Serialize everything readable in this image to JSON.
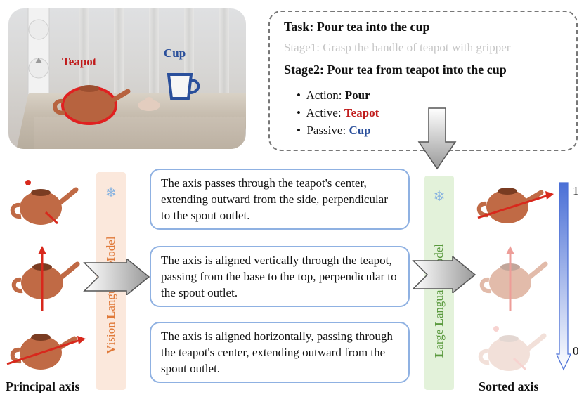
{
  "photo": {
    "teapot_label": "Teapot",
    "cup_label": "Cup"
  },
  "task": {
    "title": "Task: Pour tea into the cup",
    "stage1": "Stage1: Grasp the handle of teapot with gripper",
    "stage2": "Stage2: Pour tea from teapot into the cup",
    "action_prefix": "Action: ",
    "action_value": "Pour",
    "active_prefix": "Active: ",
    "active_value": "Teapot",
    "passive_prefix": "Passive: ",
    "passive_value": "Cup"
  },
  "descriptions": [
    "The axis passes through the teapot's center, extending outward from the side, perpendicular to the spout outlet.",
    "The axis is aligned vertically through the teapot, passing from the base to the top, perpendicular to the spout outlet.",
    "The axis is aligned horizontally, passing through the teapot's center, extending outward from the spout outlet."
  ],
  "models": {
    "vlm_first": "V",
    "vlm_rest1": "ision ",
    "vlm_l": "L",
    "vlm_rest2": "anguage ",
    "vlm_m": "M",
    "vlm_rest3": "odel",
    "llm_first": "L",
    "llm_rest1": "arge ",
    "llm_l": "L",
    "llm_rest2": "anguage ",
    "llm_m": "M",
    "llm_rest3": "odel"
  },
  "labels": {
    "principal": "Principal axis",
    "sorted": "Sorted axis",
    "scale_top": "1",
    "scale_bottom": "0"
  },
  "colors": {
    "active_red": "#c01b1b",
    "passive_blue": "#2a4f9b",
    "box_border": "#8fb1e2",
    "vlm_bg": "#fbe8dc",
    "llm_bg": "#e3f2da"
  }
}
